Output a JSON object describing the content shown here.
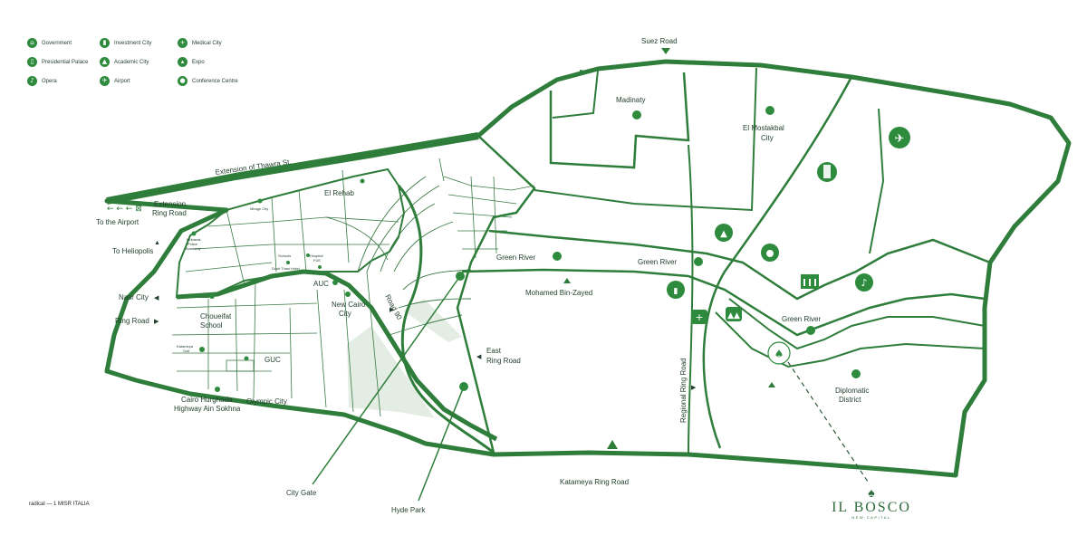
{
  "colors": {
    "road": "#2e7d3a",
    "accent": "#2e8b3e",
    "text": "#1f3d2a",
    "park": "#e3ede4"
  },
  "legend": [
    {
      "label": "Government",
      "icon": "government-icon"
    },
    {
      "label": "Investment City",
      "icon": "investment-city-icon"
    },
    {
      "label": "Medical City",
      "icon": "medical-city-icon"
    },
    {
      "label": "Presidential Palace",
      "icon": "presidential-palace-icon"
    },
    {
      "label": "Academic City",
      "icon": "academic-city-icon"
    },
    {
      "label": "Expo",
      "icon": "expo-icon"
    },
    {
      "label": "Opera",
      "icon": "opera-icon"
    },
    {
      "label": "Airport",
      "icon": "airport-icon"
    },
    {
      "label": "Conference Centre",
      "icon": "conference-centre-icon"
    }
  ],
  "roads": {
    "suez": "Suez Road",
    "thawra": "Extension of Thawra St.",
    "extension_ring_1": "Extension",
    "extension_ring_2": "Ring Road",
    "to_airport": "To the Airport",
    "to_heliopolis": "To Heliopolis",
    "nasr_city": "Nasr City",
    "ring_road": "Ring Road",
    "road90": "Road 90",
    "east_ring_1": "East",
    "east_ring_2": "Ring Road",
    "regional_ring": "Regional Ring Road",
    "katameya": "Katameya Ring Road",
    "cairo_hurghada_1": "Cairo Hurghada",
    "cairo_hurghada_2": "Highway Ain Sokhna",
    "olympic": "Olympic City",
    "mohamed_bin_zayed": "Mohamed Bin-Zayed"
  },
  "places": {
    "madinaty": "Madinaty",
    "mostakbal_1": "El Mostakbal",
    "mostakbal_2": "City",
    "el_rehab": "El Rehab",
    "mirage": "Mirage City",
    "mubarak_1": "Mubarak",
    "mubarak_2": "Police",
    "mubarak_3": "Academy",
    "schools": "Schools",
    "hospital_1": "Hospital",
    "hospital_2": "FUE",
    "dusit": "Dusit Thani Hotel",
    "auc": "AUC",
    "new_cairo_1": "New Cairo",
    "new_cairo_2": "City",
    "choueifat_1": "Choueifat",
    "choueifat_2": "School",
    "katameya_golf_1": "Katameya",
    "katameya_golf_2": "Golf",
    "guc": "GUC",
    "green_river_1": "Green River",
    "green_river_2": "Green River",
    "green_river_3": "Green River",
    "diplomatic_1": "Diplomatic",
    "diplomatic_2": "District",
    "city_gate": "City Gate",
    "hyde_park": "Hyde Park"
  },
  "credit": "radical — 1 MISR ITALIA",
  "brand": {
    "name": "IL BOSCO",
    "sub": "NEW CAPITAL"
  }
}
